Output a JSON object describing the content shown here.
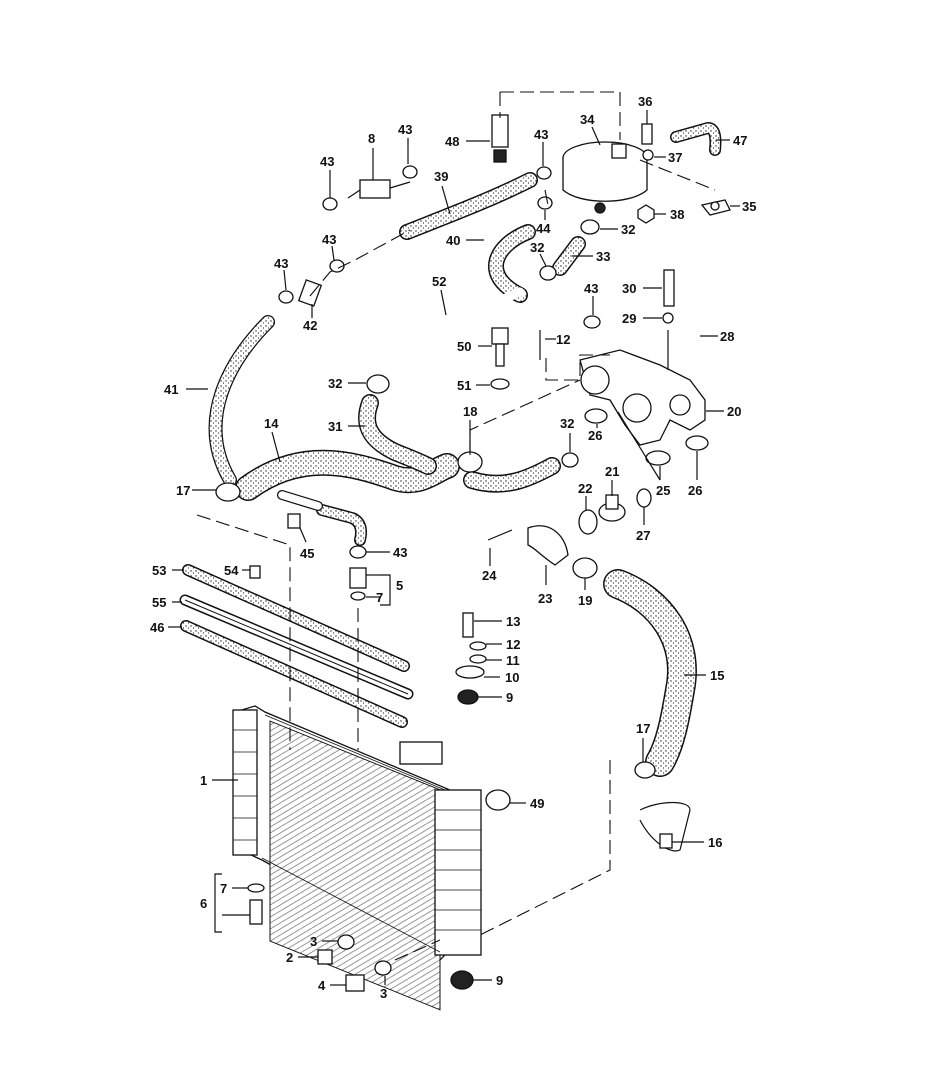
{
  "diagram": {
    "labels": {
      "p1": "1",
      "p2": "2",
      "p3a": "3",
      "p3b": "3",
      "p4": "4",
      "p5": "5",
      "p6": "6",
      "p7a": "7",
      "p7b": "7",
      "p8": "8",
      "p9a": "9",
      "p9b": "9",
      "p10": "10",
      "p11": "11",
      "p12a": "12",
      "p12b": "12",
      "p13": "13",
      "p14": "14",
      "p15": "15",
      "p16": "16",
      "p17a": "17",
      "p17b": "17",
      "p18": "18",
      "p19": "19",
      "p20": "20",
      "p21": "21",
      "p22": "22",
      "p23": "23",
      "p24": "24",
      "p25": "25",
      "p26a": "26",
      "p26b": "26",
      "p27": "27",
      "p28": "28",
      "p29": "29",
      "p30": "30",
      "p31": "31",
      "p32a": "32",
      "p32b": "32",
      "p32c": "32",
      "p32d": "32",
      "p33": "33",
      "p34": "34",
      "p35": "35",
      "p36": "36",
      "p37": "37",
      "p38": "38",
      "p39": "39",
      "p40": "40",
      "p41": "41",
      "p42": "42",
      "p43a": "43",
      "p43b": "43",
      "p43c": "43",
      "p43d": "43",
      "p43e": "43",
      "p43f": "43",
      "p43g": "43",
      "p44": "44",
      "p45": "45",
      "p46": "46",
      "p47": "47",
      "p48": "48",
      "p49": "49",
      "p50": "50",
      "p51": "51",
      "p52": "52",
      "p53": "53",
      "p54": "54",
      "p55": "55"
    }
  }
}
